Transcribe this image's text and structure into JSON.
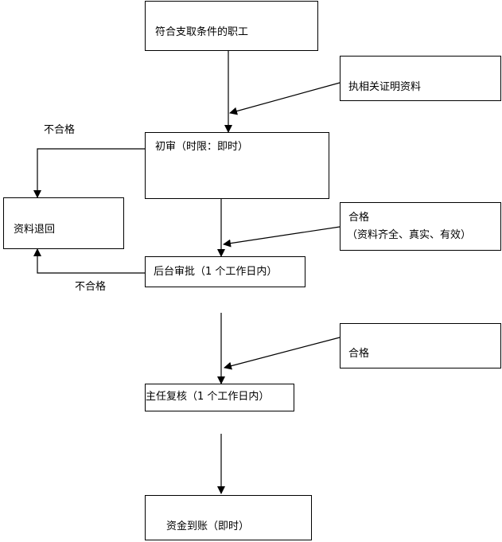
{
  "nodes": {
    "eligible_staff": "符合支取条件的职工",
    "bring_documents": "执相关证明资料",
    "initial_review": "初审（时限：即时）",
    "documents_returned": "资料退回",
    "qualified_1_title": "合格",
    "qualified_1_detail": "（资料齐全、真实、有效）",
    "backend_approval": "后台审批（1 个工作日内）",
    "qualified_2": "合格",
    "director_review": "主任复核（1 个工作日内）",
    "funds_credited": "资金到账（即时）"
  },
  "edge_labels": {
    "unqualified_top": "不合格",
    "unqualified_bottom": "不合格"
  }
}
